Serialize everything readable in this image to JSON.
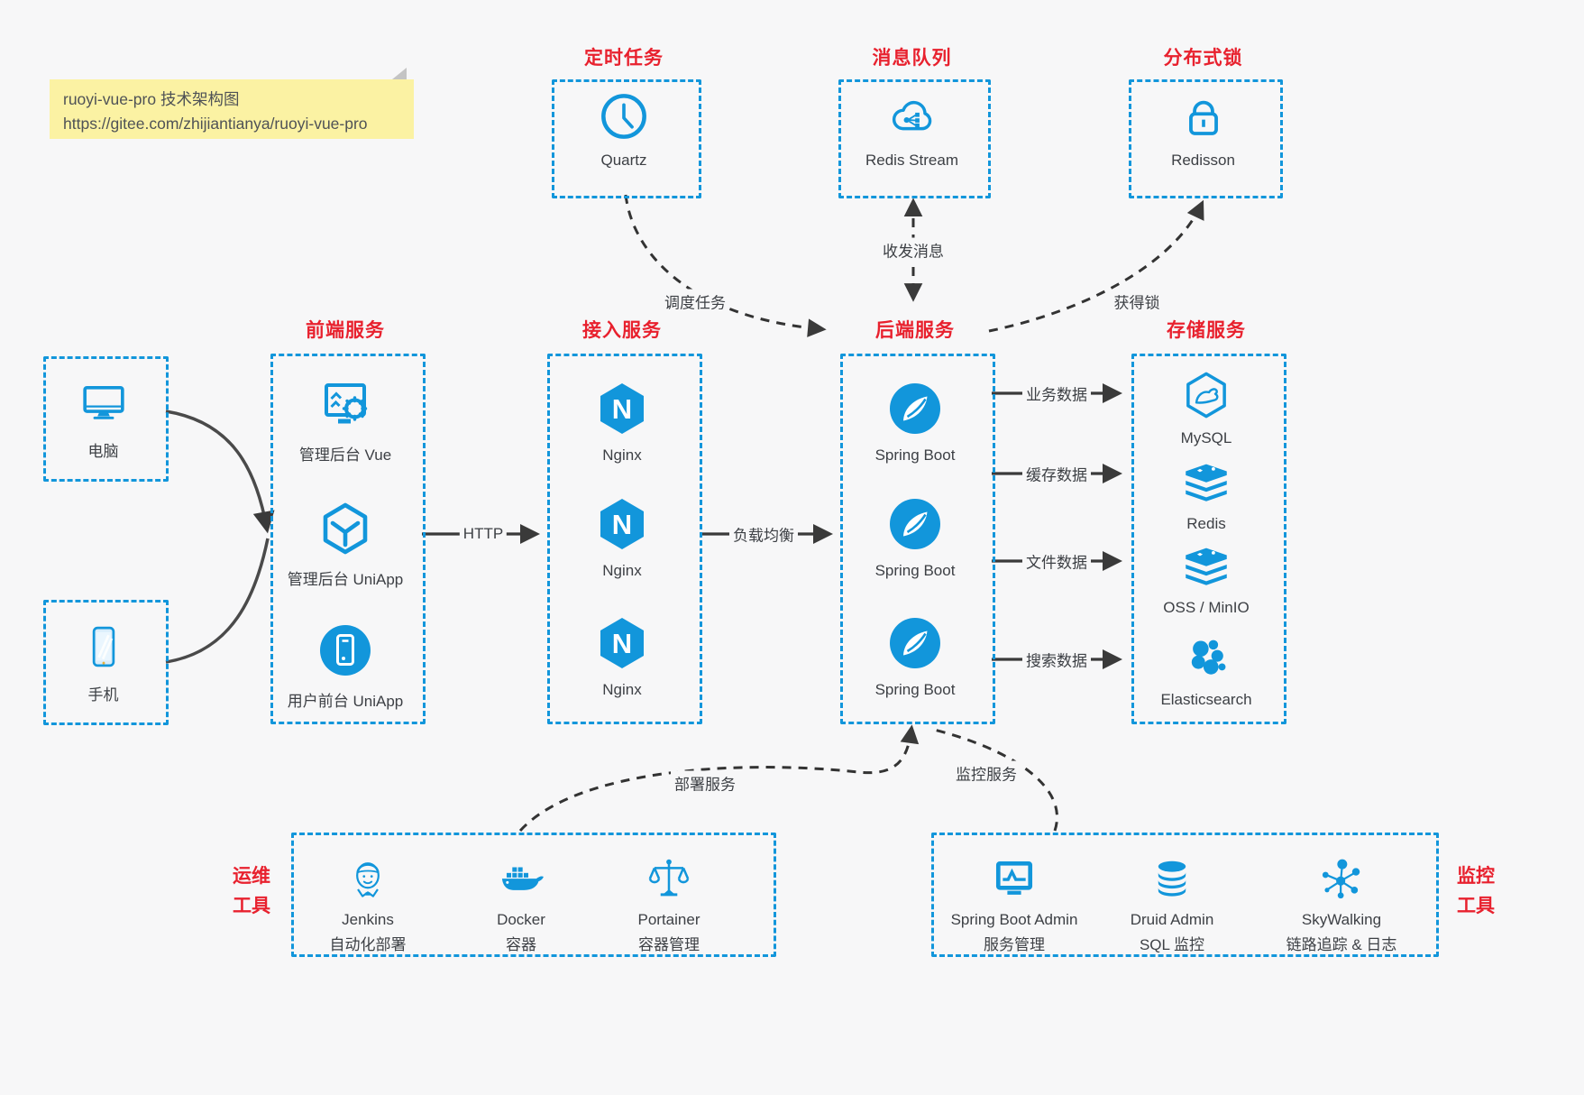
{
  "note": {
    "title": "ruoyi-vue-pro 技术架构图",
    "url": "https://gitee.com/zhijiantianya/ruoyi-vue-pro"
  },
  "groups": {
    "scheduler": {
      "title": "定时任务",
      "item": {
        "label": "Quartz",
        "icon": "clock-icon"
      }
    },
    "mq": {
      "title": "消息队列",
      "item": {
        "label": "Redis Stream",
        "icon": "cloud-stream-icon"
      }
    },
    "distlock": {
      "title": "分布式锁",
      "item": {
        "label": "Redisson",
        "icon": "lock-icon"
      }
    },
    "clients": {
      "items": [
        {
          "label": "电脑",
          "icon": "desktop-icon"
        },
        {
          "label": "手机",
          "icon": "mobile-icon"
        }
      ]
    },
    "frontend": {
      "title": "前端服务",
      "items": [
        {
          "label": "管理后台 Vue",
          "icon": "admin-vue-icon"
        },
        {
          "label": "管理后台 UniApp",
          "icon": "uniapp-cube-icon"
        },
        {
          "label": "用户前台 UniApp",
          "icon": "user-app-icon"
        }
      ]
    },
    "access": {
      "title": "接入服务",
      "items": [
        {
          "label": "Nginx",
          "icon": "nginx-icon"
        },
        {
          "label": "Nginx",
          "icon": "nginx-icon"
        },
        {
          "label": "Nginx",
          "icon": "nginx-icon"
        }
      ]
    },
    "backend": {
      "title": "后端服务",
      "items": [
        {
          "label": "Spring Boot",
          "icon": "spring-boot-icon"
        },
        {
          "label": "Spring Boot",
          "icon": "spring-boot-icon"
        },
        {
          "label": "Spring Boot",
          "icon": "spring-boot-icon"
        }
      ]
    },
    "storage": {
      "title": "存储服务",
      "items": [
        {
          "label": "MySQL",
          "icon": "mysql-icon"
        },
        {
          "label": "Redis",
          "icon": "redis-icon"
        },
        {
          "label": "OSS / MinIO",
          "icon": "oss-minio-icon"
        },
        {
          "label": "Elasticsearch",
          "icon": "elasticsearch-icon"
        }
      ]
    },
    "ops": {
      "title_lines": [
        "运维",
        "工具"
      ],
      "items": [
        {
          "name": "Jenkins",
          "desc": "自动化部署",
          "icon": "jenkins-icon"
        },
        {
          "name": "Docker",
          "desc": "容器",
          "icon": "docker-icon"
        },
        {
          "name": "Portainer",
          "desc": "容器管理",
          "icon": "portainer-icon"
        }
      ]
    },
    "monitoring": {
      "title_lines": [
        "监控",
        "工具"
      ],
      "items": [
        {
          "name": "Spring Boot Admin",
          "desc": "服务管理",
          "icon": "sba-monitor-icon"
        },
        {
          "name": "Druid Admin",
          "desc": "SQL 监控",
          "icon": "druid-db-icon"
        },
        {
          "name": "SkyWalking",
          "desc": "链路追踪 & 日志",
          "icon": "skywalking-icon"
        }
      ]
    }
  },
  "edges": {
    "http": "HTTP",
    "load_balance": "负载均衡",
    "biz_data": "业务数据",
    "cache_data": "缓存数据",
    "file_data": "文件数据",
    "search_data": "搜索数据",
    "schedule_task": "调度任务",
    "send_receive_msg": "收发消息",
    "acquire_lock": "获得锁",
    "deploy_service": "部署服务",
    "monitor_service": "监控服务"
  },
  "colors": {
    "accent_blue": "#1296db",
    "title_red": "#e8212e",
    "note_bg": "#fbf2a3",
    "arrow_dark": "#3a3a3a",
    "background": "#f7f7f8"
  }
}
